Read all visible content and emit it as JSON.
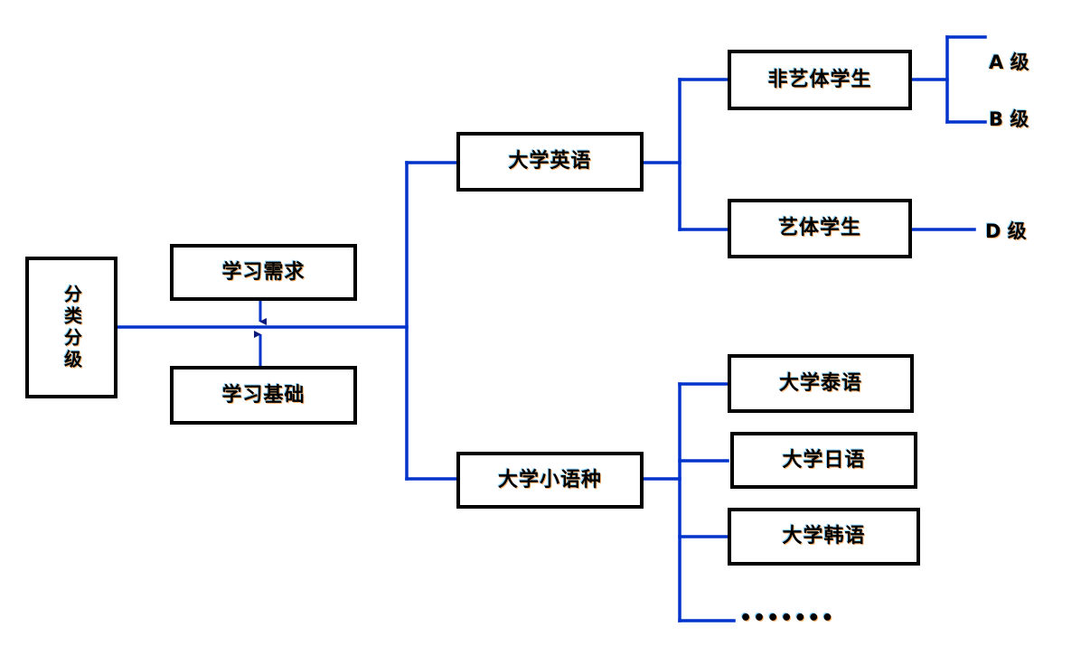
{
  "diagram": {
    "title": "分类分级",
    "line_color": "#0033CC",
    "arrow_color": "#0A1A7A",
    "box_border_color": "#000000",
    "background_color": "#FFFFFF",
    "root": {
      "label": "分类分级",
      "orientation": "vertical"
    },
    "criteria": [
      {
        "label": "学习需求",
        "relation": "down-arrow"
      },
      {
        "label": "学习基础",
        "relation": "up-arrow"
      }
    ],
    "branches": [
      {
        "label": "大学英语",
        "children": [
          {
            "label": "非艺体学生",
            "levels": [
              {
                "label": "A 级"
              },
              {
                "label": "B 级"
              }
            ]
          },
          {
            "label": "艺体学生",
            "levels": [
              {
                "label": "D 级"
              }
            ]
          }
        ]
      },
      {
        "label": "大学小语种",
        "children": [
          {
            "label": "大学泰语",
            "levels": []
          },
          {
            "label": "大学日语",
            "levels": []
          },
          {
            "label": "大学韩语",
            "levels": []
          }
        ],
        "ellipsis": "•••••••"
      }
    ]
  }
}
